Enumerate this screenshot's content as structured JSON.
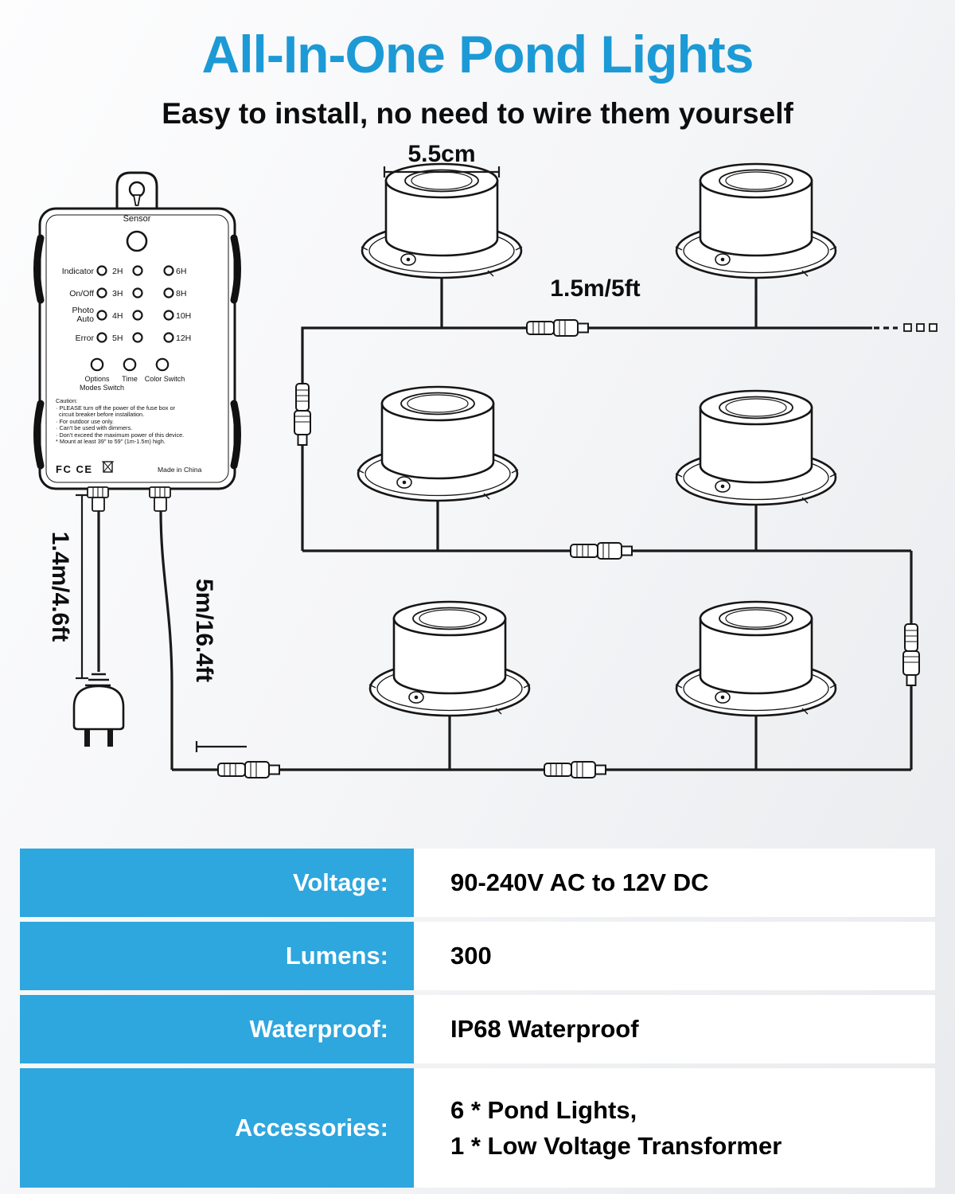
{
  "colors": {
    "accent": "#1c9ad6",
    "table_blue": "#2ea6de"
  },
  "header": {
    "title": "All-In-One Pond Lights",
    "subtitle": "Easy to install, no need to wire them yourself"
  },
  "diagram": {
    "dims": {
      "width": "5.5cm",
      "spacing": "1.5m/5ft",
      "cord": "1.4m/4.6ft",
      "cable": "5m/16.4ft"
    },
    "controller": {
      "sensor": "Sensor",
      "rows": [
        {
          "l1": "Indicator",
          "mid": "2H",
          "right": "6H"
        },
        {
          "l1": "On/Off",
          "mid": "3H",
          "right": "8H"
        },
        {
          "l1": "Photo",
          "l2": "Auto",
          "mid": "4H",
          "right": "10H"
        },
        {
          "l1": "Error",
          "mid": "5H",
          "right": "12H"
        }
      ],
      "buttons": {
        "b1a": "Options",
        "b1b": "Modes Switch",
        "b2": "Time",
        "b3": "Color Switch"
      },
      "caution": [
        "Caution:",
        "· PLEASE turn off the power of the fuse box or",
        "  circuit breaker before installation.",
        "· For outdoor use only.",
        "· Can't be used with dimmers.",
        "· Don't exceed the maximum power of this device.",
        "* Mount at least 39\" to 59\" (1m-1.5m) high."
      ],
      "certs": "FC CE",
      "made_in": "Made in China"
    }
  },
  "specs": [
    {
      "label": "Voltage:",
      "value": "90-240V AC to 12V DC"
    },
    {
      "label": "Lumens:",
      "value": "300"
    },
    {
      "label": "Waterproof:",
      "value": "IP68 Waterproof"
    },
    {
      "label": "Accessories:",
      "value": "6 * Pond Lights,",
      "value2": "1 * Low Voltage Transformer"
    }
  ]
}
